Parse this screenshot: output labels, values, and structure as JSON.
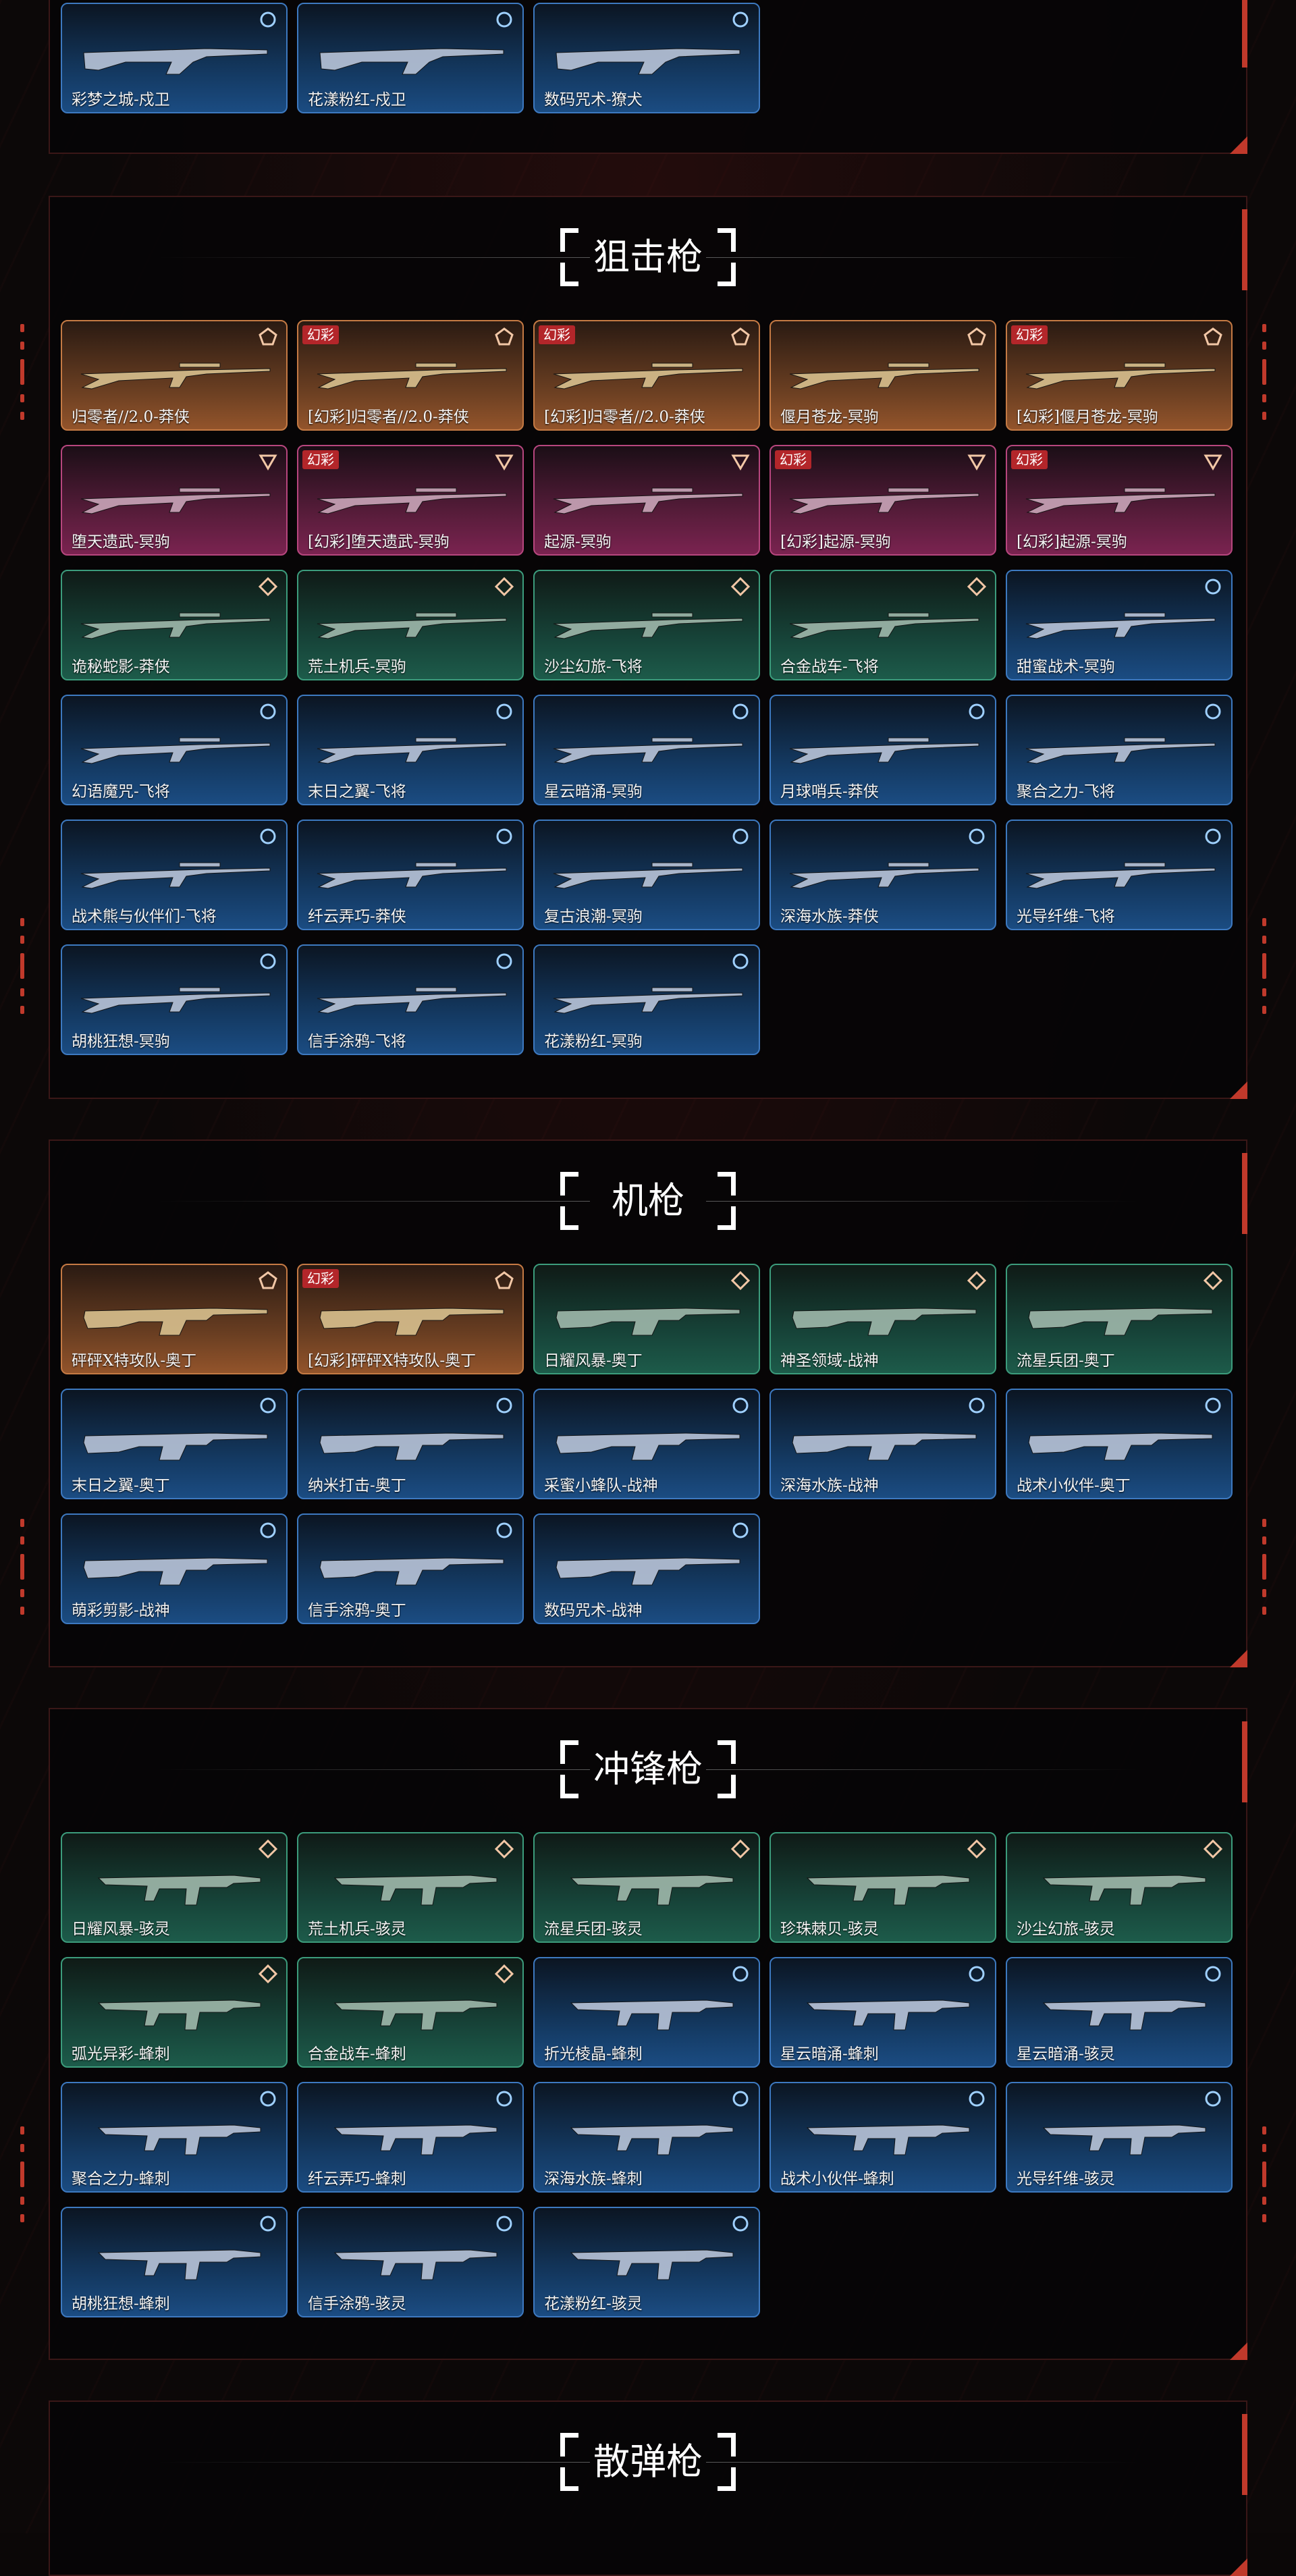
{
  "colors": {
    "accent_red": "#c0392b",
    "gold": "#c57a44",
    "pink": "#b7467e",
    "green": "#3c9c7c",
    "blue": "#3d79c0"
  },
  "sections": [
    {
      "title": "",
      "top_partial": true,
      "cards": [
        {
          "label": "彩梦之城-戍卫",
          "tier": "blue",
          "badge": "",
          "icon": "rifle-icon"
        },
        {
          "label": "花漾粉红-戍卫",
          "tier": "blue",
          "badge": "",
          "icon": "rifle-icon"
        },
        {
          "label": "数码咒术-獠犬",
          "tier": "blue",
          "badge": "",
          "icon": "rifle-icon"
        }
      ]
    },
    {
      "title": "狙击枪",
      "cards": [
        {
          "label": "归零者//2.0-莽侠",
          "tier": "gold",
          "badge": "",
          "icon": "sniper-icon"
        },
        {
          "label": "[幻彩]归零者//2.0-莽侠",
          "tier": "gold",
          "badge": "幻彩",
          "icon": "sniper-icon"
        },
        {
          "label": "[幻彩]归零者//2.0-莽侠",
          "tier": "gold",
          "badge": "幻彩",
          "icon": "sniper-icon"
        },
        {
          "label": "偃月苍龙-冥驹",
          "tier": "gold",
          "badge": "",
          "icon": "sniper-icon"
        },
        {
          "label": "[幻彩]偃月苍龙-冥驹",
          "tier": "gold",
          "badge": "幻彩",
          "icon": "sniper-icon"
        },
        {
          "label": "堕天遗武-冥驹",
          "tier": "pink",
          "badge": "",
          "icon": "sniper-icon"
        },
        {
          "label": "[幻彩]堕天遗武-冥驹",
          "tier": "pink",
          "badge": "幻彩",
          "icon": "sniper-icon"
        },
        {
          "label": "起源-冥驹",
          "tier": "pink",
          "badge": "",
          "icon": "sniper-icon"
        },
        {
          "label": "[幻彩]起源-冥驹",
          "tier": "pink",
          "badge": "幻彩",
          "icon": "sniper-icon"
        },
        {
          "label": "[幻彩]起源-冥驹",
          "tier": "pink",
          "badge": "幻彩",
          "icon": "sniper-icon"
        },
        {
          "label": "诡秘蛇影-莽侠",
          "tier": "green",
          "badge": "",
          "icon": "sniper-icon"
        },
        {
          "label": "荒土机兵-冥驹",
          "tier": "green",
          "badge": "",
          "icon": "sniper-icon"
        },
        {
          "label": "沙尘幻旅-飞将",
          "tier": "green",
          "badge": "",
          "icon": "sniper-icon"
        },
        {
          "label": "合金战车-飞将",
          "tier": "green",
          "badge": "",
          "icon": "sniper-icon"
        },
        {
          "label": "甜蜜战术-冥驹",
          "tier": "blue",
          "badge": "",
          "icon": "sniper-icon"
        },
        {
          "label": "幻语魔咒-飞将",
          "tier": "blue",
          "badge": "",
          "icon": "sniper-icon"
        },
        {
          "label": "末日之翼-飞将",
          "tier": "blue",
          "badge": "",
          "icon": "sniper-icon"
        },
        {
          "label": "星云暗涌-冥驹",
          "tier": "blue",
          "badge": "",
          "icon": "sniper-icon"
        },
        {
          "label": "月球哨兵-莽侠",
          "tier": "blue",
          "badge": "",
          "icon": "sniper-icon"
        },
        {
          "label": "聚合之力-飞将",
          "tier": "blue",
          "badge": "",
          "icon": "sniper-icon"
        },
        {
          "label": "战术熊与伙伴们-飞将",
          "tier": "blue",
          "badge": "",
          "icon": "sniper-icon"
        },
        {
          "label": "纤云弄巧-莽侠",
          "tier": "blue",
          "badge": "",
          "icon": "sniper-icon"
        },
        {
          "label": "复古浪潮-冥驹",
          "tier": "blue",
          "badge": "",
          "icon": "sniper-icon"
        },
        {
          "label": "深海水族-莽侠",
          "tier": "blue",
          "badge": "",
          "icon": "sniper-icon"
        },
        {
          "label": "光导纤维-飞将",
          "tier": "blue",
          "badge": "",
          "icon": "sniper-icon"
        },
        {
          "label": "胡桃狂想-冥驹",
          "tier": "blue",
          "badge": "",
          "icon": "sniper-icon"
        },
        {
          "label": "信手涂鸦-飞将",
          "tier": "blue",
          "badge": "",
          "icon": "sniper-icon"
        },
        {
          "label": "花漾粉红-冥驹",
          "tier": "blue",
          "badge": "",
          "icon": "sniper-icon"
        }
      ]
    },
    {
      "title": "机枪",
      "cards": [
        {
          "label": "砰砰X特攻队-奥丁",
          "tier": "gold",
          "badge": "",
          "icon": "machinegun-icon"
        },
        {
          "label": "[幻彩]砰砰X特攻队-奥丁",
          "tier": "gold",
          "badge": "幻彩",
          "icon": "machinegun-icon"
        },
        {
          "label": "日耀风暴-奥丁",
          "tier": "green",
          "badge": "",
          "icon": "machinegun-icon"
        },
        {
          "label": "神圣领域-战神",
          "tier": "green",
          "badge": "",
          "icon": "machinegun-icon"
        },
        {
          "label": "流星兵团-奥丁",
          "tier": "green",
          "badge": "",
          "icon": "machinegun-icon"
        },
        {
          "label": "末日之翼-奥丁",
          "tier": "blue",
          "badge": "",
          "icon": "machinegun-icon"
        },
        {
          "label": "纳米打击-奥丁",
          "tier": "blue",
          "badge": "",
          "icon": "machinegun-icon"
        },
        {
          "label": "采蜜小蜂队-战神",
          "tier": "blue",
          "badge": "",
          "icon": "machinegun-icon"
        },
        {
          "label": "深海水族-战神",
          "tier": "blue",
          "badge": "",
          "icon": "machinegun-icon"
        },
        {
          "label": "战术小伙伴-奥丁",
          "tier": "blue",
          "badge": "",
          "icon": "machinegun-icon"
        },
        {
          "label": "萌彩剪影-战神",
          "tier": "blue",
          "badge": "",
          "icon": "machinegun-icon"
        },
        {
          "label": "信手涂鸦-奥丁",
          "tier": "blue",
          "badge": "",
          "icon": "machinegun-icon"
        },
        {
          "label": "数码咒术-战神",
          "tier": "blue",
          "badge": "",
          "icon": "machinegun-icon"
        }
      ]
    },
    {
      "title": "冲锋枪",
      "cards": [
        {
          "label": "日耀风暴-骇灵",
          "tier": "green",
          "badge": "",
          "icon": "smg-icon"
        },
        {
          "label": "荒土机兵-骇灵",
          "tier": "green",
          "badge": "",
          "icon": "smg-icon"
        },
        {
          "label": "流星兵团-骇灵",
          "tier": "green",
          "badge": "",
          "icon": "smg-icon"
        },
        {
          "label": "珍珠棘贝-骇灵",
          "tier": "green",
          "badge": "",
          "icon": "smg-icon"
        },
        {
          "label": "沙尘幻旅-骇灵",
          "tier": "green",
          "badge": "",
          "icon": "smg-icon"
        },
        {
          "label": "弧光异彩-蜂刺",
          "tier": "green",
          "badge": "",
          "icon": "smg-icon"
        },
        {
          "label": "合金战车-蜂刺",
          "tier": "green",
          "badge": "",
          "icon": "smg-icon"
        },
        {
          "label": "折光棱晶-蜂刺",
          "tier": "blue",
          "badge": "",
          "icon": "smg-icon"
        },
        {
          "label": "星云暗涌-蜂刺",
          "tier": "blue",
          "badge": "",
          "icon": "smg-icon"
        },
        {
          "label": "星云暗涌-骇灵",
          "tier": "blue",
          "badge": "",
          "icon": "smg-icon"
        },
        {
          "label": "聚合之力-蜂刺",
          "tier": "blue",
          "badge": "",
          "icon": "smg-icon"
        },
        {
          "label": "纤云弄巧-蜂刺",
          "tier": "blue",
          "badge": "",
          "icon": "smg-icon"
        },
        {
          "label": "深海水族-蜂刺",
          "tier": "blue",
          "badge": "",
          "icon": "smg-icon"
        },
        {
          "label": "战术小伙伴-蜂刺",
          "tier": "blue",
          "badge": "",
          "icon": "smg-icon"
        },
        {
          "label": "光导纤维-骇灵",
          "tier": "blue",
          "badge": "",
          "icon": "smg-icon"
        },
        {
          "label": "胡桃狂想-蜂刺",
          "tier": "blue",
          "badge": "",
          "icon": "smg-icon"
        },
        {
          "label": "信手涂鸦-骇灵",
          "tier": "blue",
          "badge": "",
          "icon": "smg-icon"
        },
        {
          "label": "花漾粉红-骇灵",
          "tier": "blue",
          "badge": "",
          "icon": "smg-icon"
        }
      ]
    },
    {
      "title": "散弹枪",
      "cards": []
    }
  ]
}
